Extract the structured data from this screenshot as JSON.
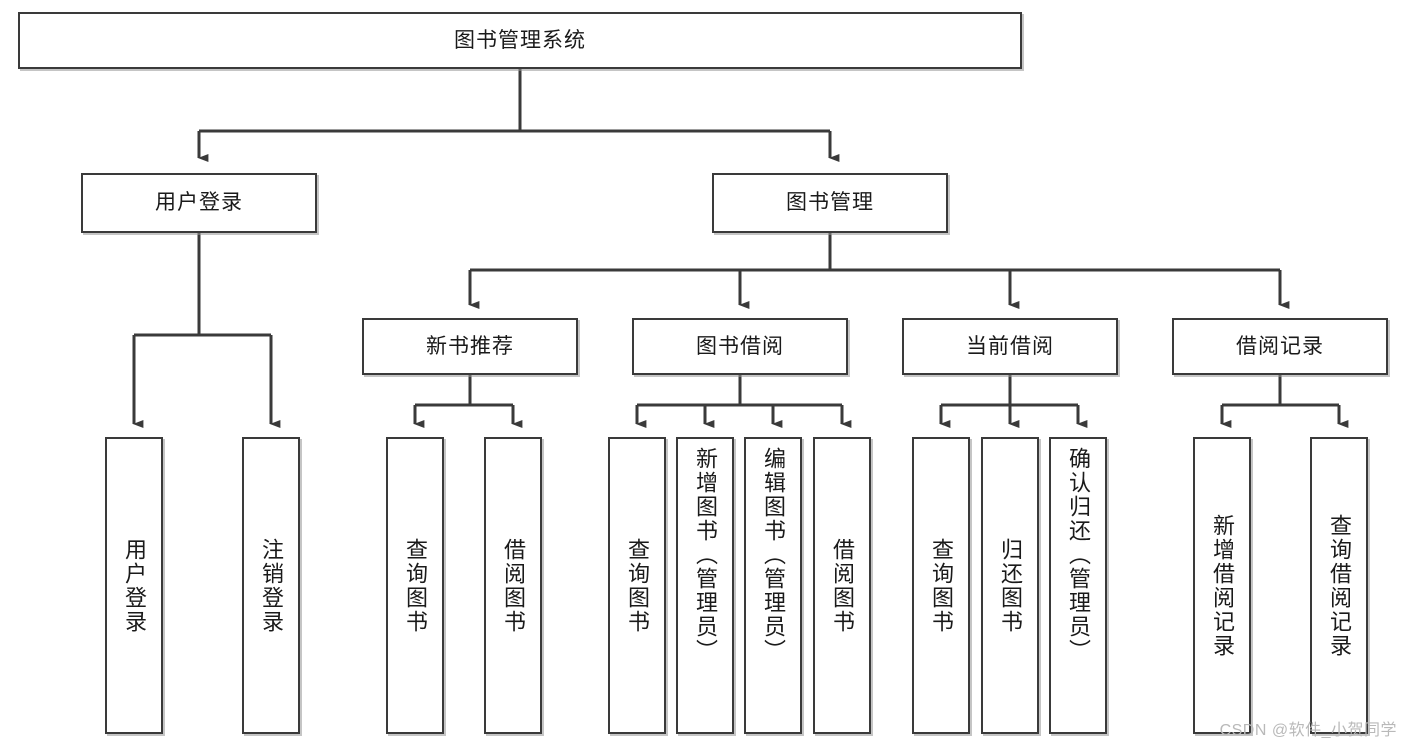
{
  "diagram": {
    "title": "图书管理系统",
    "watermark": "CSDN @软件_小贺同学",
    "colors": {
      "stroke": "#3a3a3a",
      "fill": "#ffffff",
      "text": "#1a1a1a",
      "shadow": "#969696",
      "watermark": "#b9b9b9"
    },
    "root": {
      "label": "图书管理系统"
    },
    "level2": [
      {
        "label": "用户登录"
      },
      {
        "label": "图书管理"
      }
    ],
    "level3": [
      {
        "label": "新书推荐"
      },
      {
        "label": "图书借阅"
      },
      {
        "label": "当前借阅"
      },
      {
        "label": "借阅记录"
      }
    ],
    "leaves": {
      "user_login": [
        {
          "label": "用户登录"
        },
        {
          "label": "注销登录"
        }
      ],
      "new_book": [
        {
          "label": "查询图书"
        },
        {
          "label": "借阅图书"
        }
      ],
      "book_borrow": [
        {
          "label": "查询图书"
        },
        {
          "label": "新增图书（管理员）"
        },
        {
          "label": "编辑图书（管理员）"
        },
        {
          "label": "借阅图书"
        }
      ],
      "current_borrow": [
        {
          "label": "查询图书"
        },
        {
          "label": "归还图书"
        },
        {
          "label": "确认归还（管理员）"
        }
      ],
      "borrow_record": [
        {
          "label": "新增借阅记录"
        },
        {
          "label": "查询借阅记录"
        }
      ]
    }
  }
}
